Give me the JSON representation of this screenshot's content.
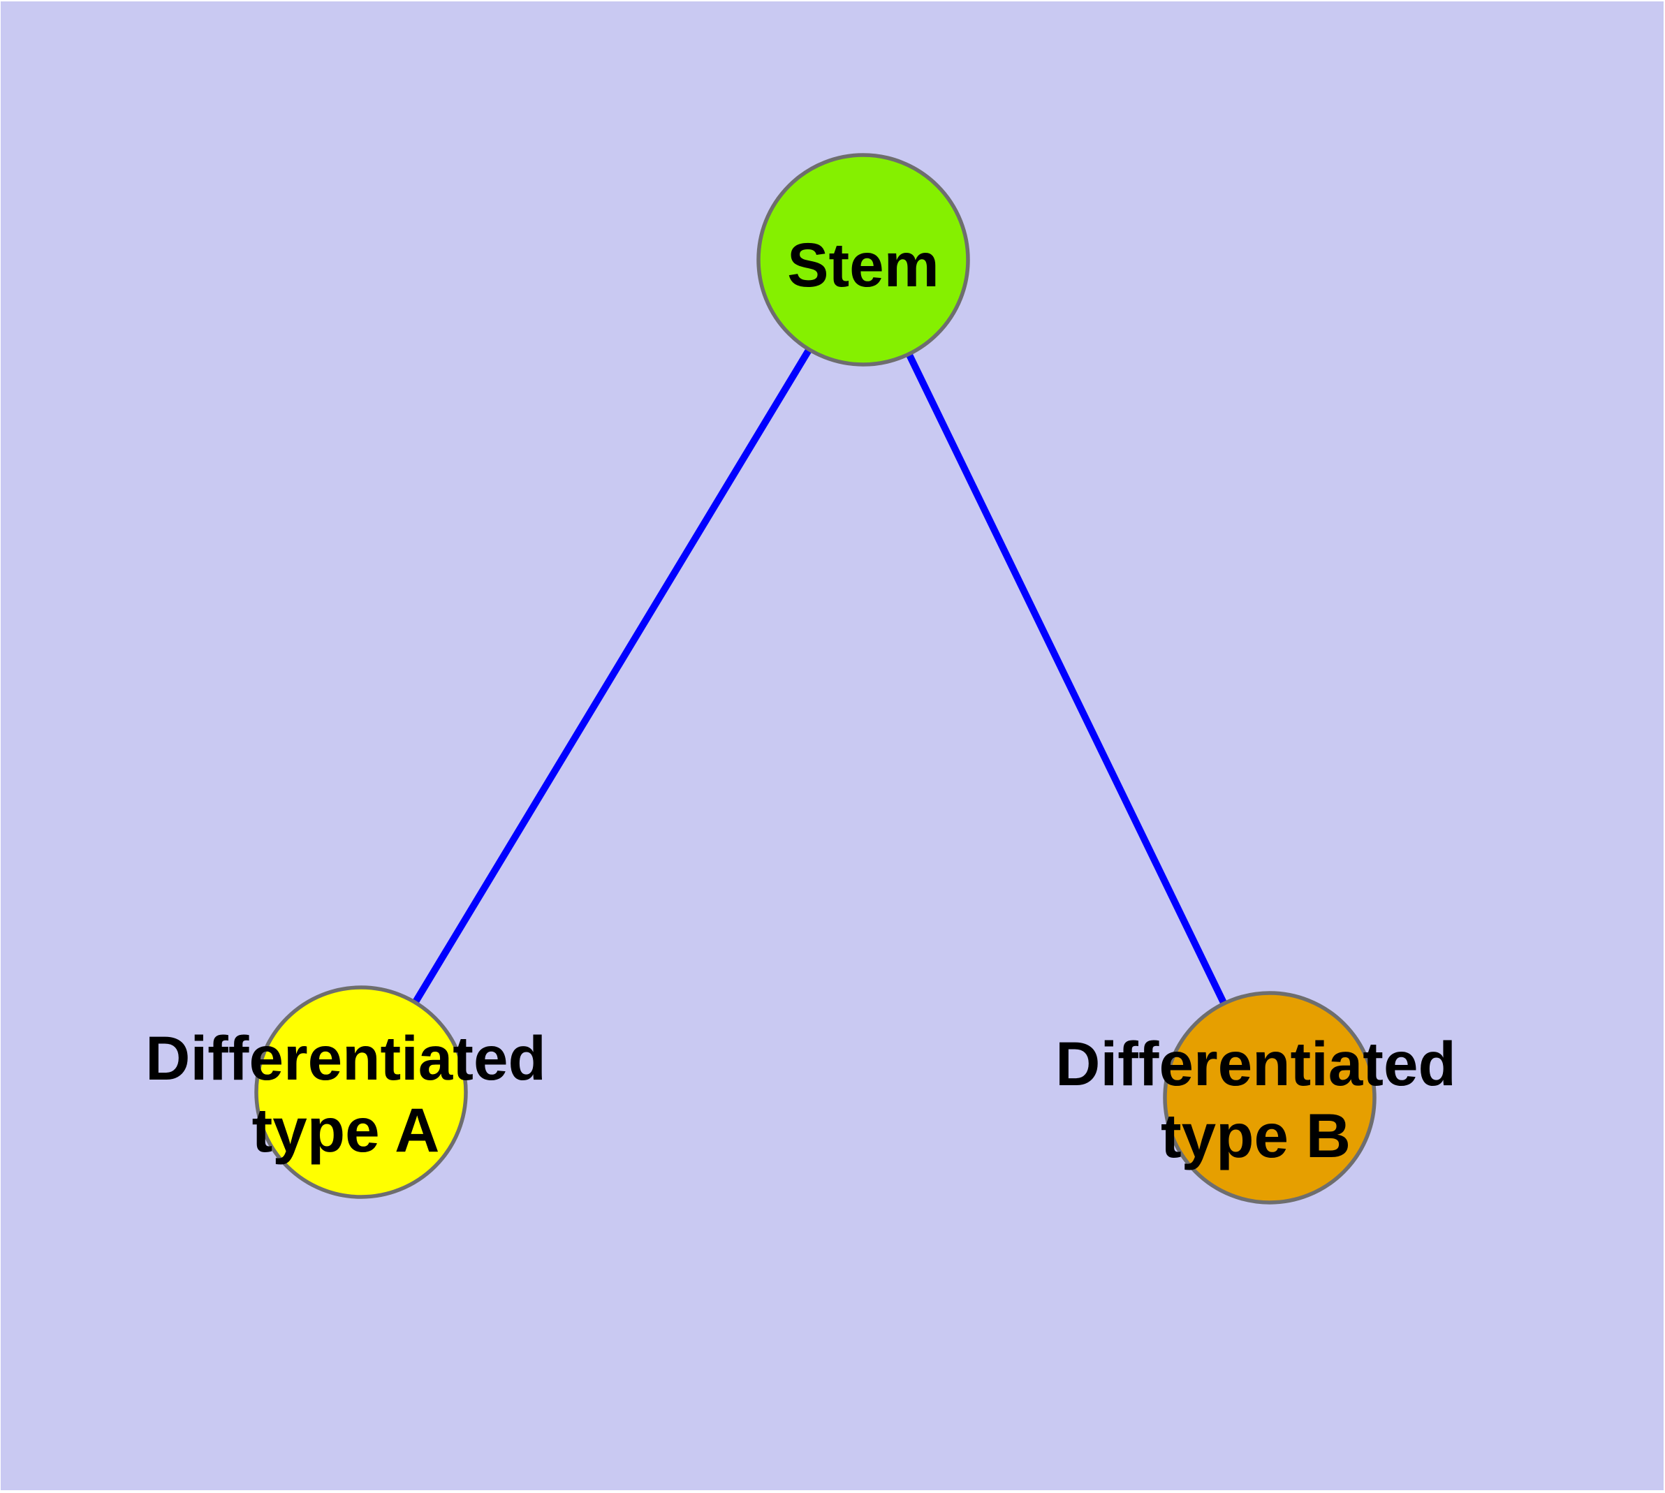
{
  "diagram": {
    "background_color": "#C9C9F2",
    "margin_color": "#FFFFFF",
    "edge_color": "#0000FF",
    "node_border_color": "#6E6E6E",
    "label_color": "#000000",
    "nodes": [
      {
        "id": "stem",
        "label": "Stem",
        "lines": [
          "Stem"
        ],
        "color": "#85F000"
      },
      {
        "id": "type-a",
        "label": "Differentiated type A",
        "lines": [
          "Differentiated",
          "type A"
        ],
        "color": "#FFFF00"
      },
      {
        "id": "type-b",
        "label": "Differentiated type B",
        "lines": [
          "Differentiated",
          "type B"
        ],
        "color": "#E69F00"
      }
    ],
    "edges": [
      {
        "from": "Stem",
        "to": "Differentiated type A"
      },
      {
        "from": "Stem",
        "to": "Differentiated type B"
      }
    ]
  }
}
